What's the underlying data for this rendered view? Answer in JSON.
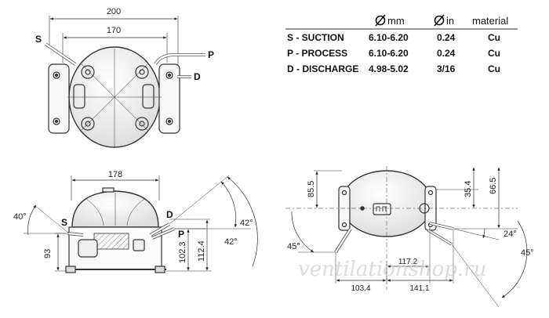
{
  "top_view": {
    "width_overall": "200",
    "width_mount": "170",
    "label_s": "S",
    "label_p": "P",
    "label_d": "D"
  },
  "spec_table": {
    "col_mm": "mm",
    "col_in": "in",
    "col_material": "material",
    "rows": [
      {
        "name": "S - SUCTION",
        "mm": "6.10-6.20",
        "in": "0.24",
        "material": "Cu"
      },
      {
        "name": "P - PROCESS",
        "mm": "6.10-6.20",
        "in": "0.24",
        "material": "Cu"
      },
      {
        "name": "D - DISCHARGE",
        "mm": "4.98-5.02",
        "in": "3/16",
        "material": "Cu"
      }
    ]
  },
  "side_view": {
    "width": "178",
    "height_total": "93",
    "h_p": "102.3",
    "h_total": "112.4",
    "angle_left": "40°",
    "angle_right_1": "42°",
    "angle_right_2": "42°",
    "label_s": "S",
    "label_p": "P",
    "label_d": "D"
  },
  "front_view": {
    "h_left": "85.5",
    "h_right_1": "35.4",
    "h_right_2": "66.5",
    "angle_left": "45°",
    "angle_right_1": "24°",
    "angle_right_2": "45°",
    "w_1": "117.2",
    "w_2": "103.4",
    "w_3": "141.1"
  },
  "watermark": "ventilationshop.ru",
  "colors": {
    "line": "#333333",
    "body_fill": "#f4f4f4",
    "hatch": "#888888"
  }
}
